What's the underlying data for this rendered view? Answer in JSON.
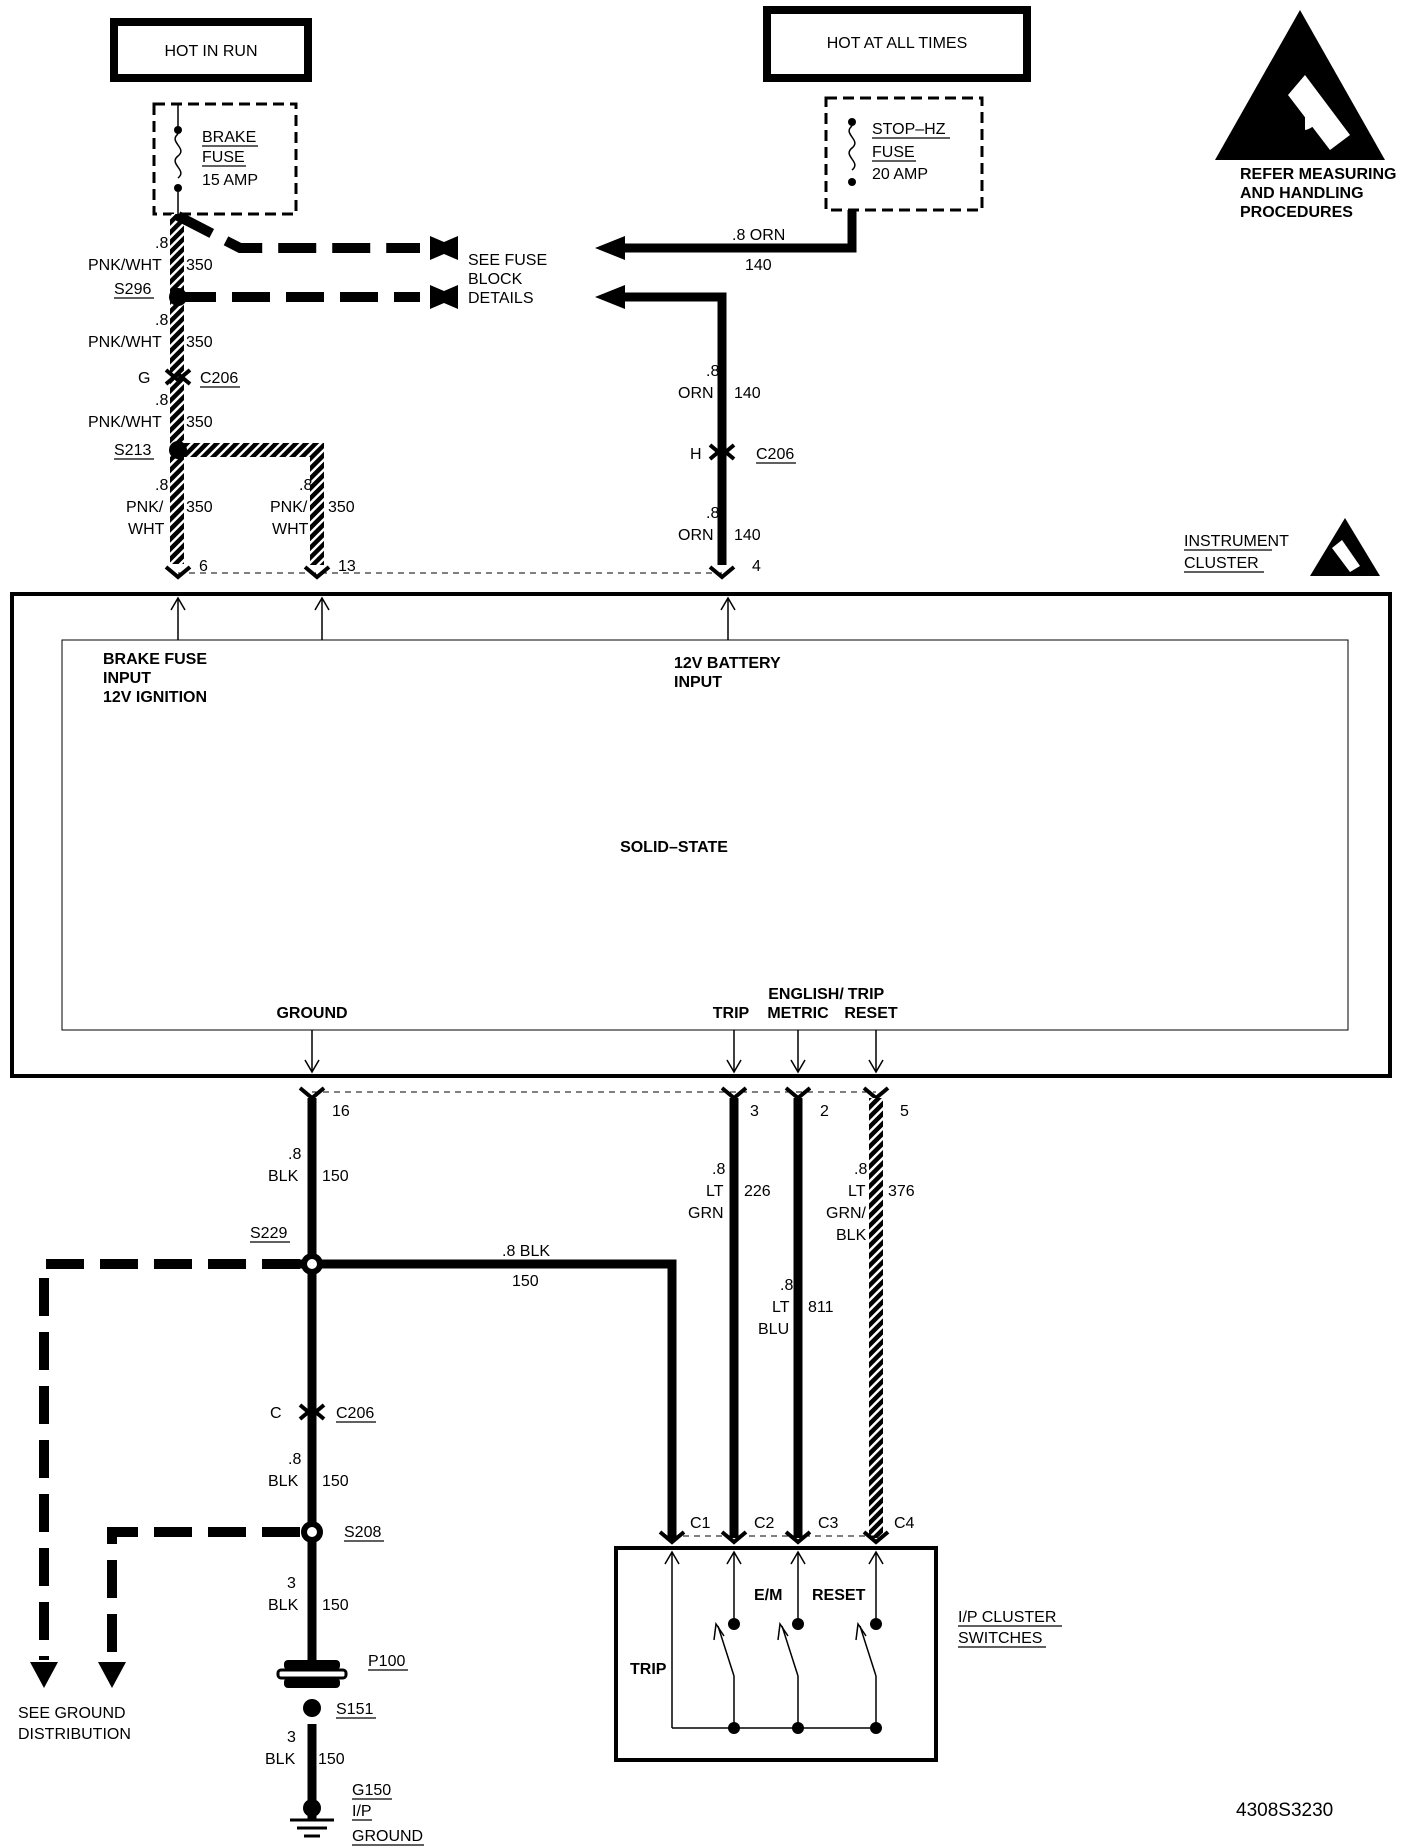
{
  "sources": {
    "hot_in_run": "HOT IN RUN",
    "hot_at_all_times": "HOT AT ALL TIMES"
  },
  "esd_note": [
    "REFER MEASURING",
    "AND HANDLING",
    "PROCEDURES"
  ],
  "fuses": {
    "brake": [
      "BRAKE",
      "FUSE",
      "15 AMP"
    ],
    "stop_hz": [
      "STOP–HZ",
      "FUSE",
      "20 AMP"
    ]
  },
  "fuse_block_ref": [
    "SEE FUSE",
    "BLOCK",
    "DETAILS"
  ],
  "wires": {
    "gauge": ".8",
    "gauge_3": "3",
    "pnk_wht": "PNK/WHT",
    "pnk": "PNK/",
    "wht": "WHT",
    "c350": "350",
    "orn_top": ".8 ORN",
    "orn": "ORN",
    "c140": "140",
    "blk": "BLK",
    "c150": "150",
    "blk_top": ".8 BLK",
    "lt": "LT",
    "grn": "GRN",
    "grn_slash": "GRN/",
    "c226": "226",
    "c376": "376",
    "blu": "BLU",
    "c811": "811"
  },
  "splices": {
    "s296": "S296",
    "s213": "S213",
    "s229": "S229",
    "s208": "S208",
    "s151": "S151"
  },
  "connectors": {
    "c206": "C206",
    "pin_g": "G",
    "pin_h": "H",
    "pin_c": "C",
    "p100": "P100",
    "pin_6": "6",
    "pin_13": "13",
    "pin_4": "4",
    "pin_16": "16",
    "pin_3": "3",
    "pin_2": "2",
    "pin_5": "5",
    "c1": "C1",
    "c2": "C2",
    "c3": "C3",
    "c4": "C4"
  },
  "cluster": {
    "label": [
      "INSTRUMENT",
      "CLUSTER"
    ],
    "brake_input": [
      "BRAKE FUSE",
      "INPUT",
      "12V IGNITION"
    ],
    "battery_input": [
      "12V BATTERY",
      "INPUT"
    ],
    "solid_state": "SOLID–STATE",
    "ground": "GROUND",
    "trip": "TRIP",
    "english": "ENGLISH/",
    "metric": "METRIC",
    "trip_reset_top": "TRIP",
    "reset": "RESET"
  },
  "switches": {
    "label": [
      "I/P CLUSTER",
      "SWITCHES"
    ],
    "em": "E/M",
    "reset": "RESET",
    "trip": "TRIP"
  },
  "ground_ref": [
    "SEE GROUND",
    "DISTRIBUTION"
  ],
  "ground_point": [
    "G150",
    "I/P",
    "GROUND"
  ],
  "figure_id": "4308S3230"
}
